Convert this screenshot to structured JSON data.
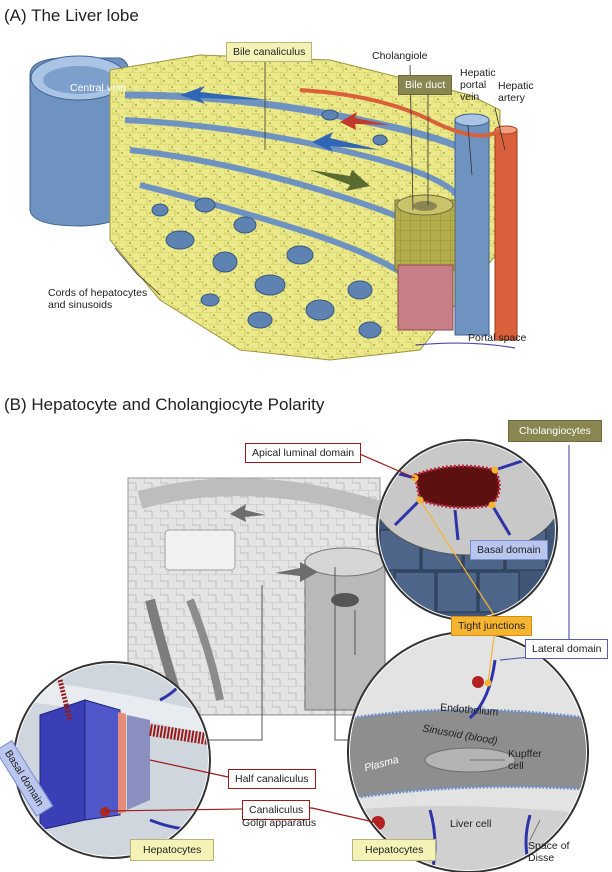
{
  "panel_a": {
    "title": "(A)  The Liver lobe",
    "labels": {
      "central_vein": "Central vein",
      "bile_canaliculus": "Bile canaliculus",
      "cholangiole": "Cholangiole",
      "bile_duct": "Bile duct",
      "hepatic_portal_vein": "Hepatic\nportal\nvein",
      "hepatic_artery": "Hepatic\nartery",
      "cords": "Cords of hepatocytes\nand sinusoids",
      "portal_space": "Portal space"
    }
  },
  "panel_b": {
    "title": "(B)  Hepatocyte and Cholangiocyte Polarity",
    "labels": {
      "cholangiocytes": "Cholangiocytes",
      "apical_luminal_domain": "Apical luminal domain",
      "basal_domain_top": "Basal domain",
      "tight_junctions": "Tight junctions",
      "lateral_domain": "Lateral domain",
      "endothelium": "Endothelium",
      "sinusoid": "Sinusoid (blood)",
      "kupffer_cell": "Kupffer\ncell",
      "plasma": "Plasma",
      "basal_domain_left": "Basal domain",
      "half_canaliculus": "Half canaliculus",
      "canaliculus": "Canaliculus",
      "golgi_apparatus": "Golgi apparatus",
      "liver_cell": "Liver cell",
      "space_of_disse": "Space of\nDisse",
      "hepatocytes_left": "Hepatocytes",
      "hepatocytes_right": "Hepatocytes"
    }
  },
  "colors": {
    "hepatocyte_yellow": "#ece98a",
    "vein_blue": "#6f93c1",
    "artery_orange": "#d9603a",
    "bile_olive": "#8a8652",
    "dark_red": "#9b1b1b",
    "tight_junction_orange": "#f6b431",
    "domain_blue": "#3a3fb5"
  }
}
